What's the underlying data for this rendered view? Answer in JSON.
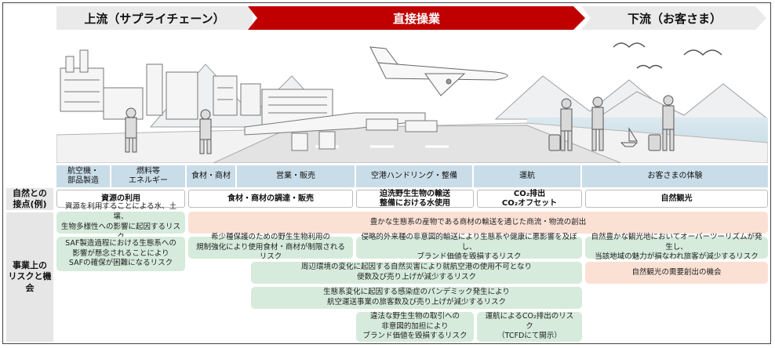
{
  "phases": {
    "upstream": "上流（サプライチェーン）",
    "direct": "直接操業",
    "downstream": "下流（お客さま）"
  },
  "stages": [
    "航空機・\n部品製造",
    "燃料等\nエネルギー",
    "食材・商材",
    "営業・販売",
    "空港ハンドリング・整備",
    "運航",
    "お客さまの体験"
  ],
  "row_labels": {
    "contact": "自然との\n接点(例)",
    "risk": "事業上の\nリスクと機会"
  },
  "contact_points": {
    "resource_use": "資源の利用",
    "procurement": "食材・商材の調達・販売",
    "wildlife": "迫洗野生生物の輸送\n整備における水使用",
    "emission": "CO₂排出\nCO₂オフセット",
    "tourism": "自然観光"
  },
  "risks": {
    "r1": "資源を利用することによる水、土壌、\n生物多様性への影響に起因するリスク",
    "r2": "豊かな生態系の産物である商材の輸送を通じた商流・物流の創出",
    "r3": "SAF製造過程における生態系への\n影響が懸念されることにより\nSAFの確保が困難になるリスク",
    "r4": "希少種保護のための野生生物利用の\n規制強化により使用食材・商材が制限されるリスク",
    "r5": "侵略的外来種の非意図的輸送により生態系や健康に悪影響を及ぼし、\nブランド価値を毀損するリスク",
    "r6": "自然豊かな観光地においてオーバーツーリズムが発生し、\n当該地域の魅力が損なわれ旅客が減少するリスク",
    "r7": "周辺環境の変化に起因する自然災害により就航空港の使用不可となり\n便数及び売り上げが減少するリスク",
    "r8": "自然観光の需要創出の機会",
    "r9": "生態系変化に起因する感染症のパンデミック発生により\n航空運送事業の旅客数及び売り上げが減少するリスク",
    "r10": "違法な野生生物の取引への\n非意図的加担により\nブランド価値を毀損するリスク",
    "r11": "運航によるCO₂排出のリスク\n（TCFDにて開示）"
  },
  "colors": {
    "direct_red": "#c00000",
    "stage_blue": "#c9dde8",
    "risk_green": "#d6ebdb",
    "opportunity_peach": "#fbe1d4"
  },
  "icons": [
    "factory-icon",
    "worker-icon",
    "warehouse-icon",
    "airport-terminal-icon",
    "airplane-icon",
    "traveler-icon",
    "bird-icon",
    "mountain-icon"
  ]
}
